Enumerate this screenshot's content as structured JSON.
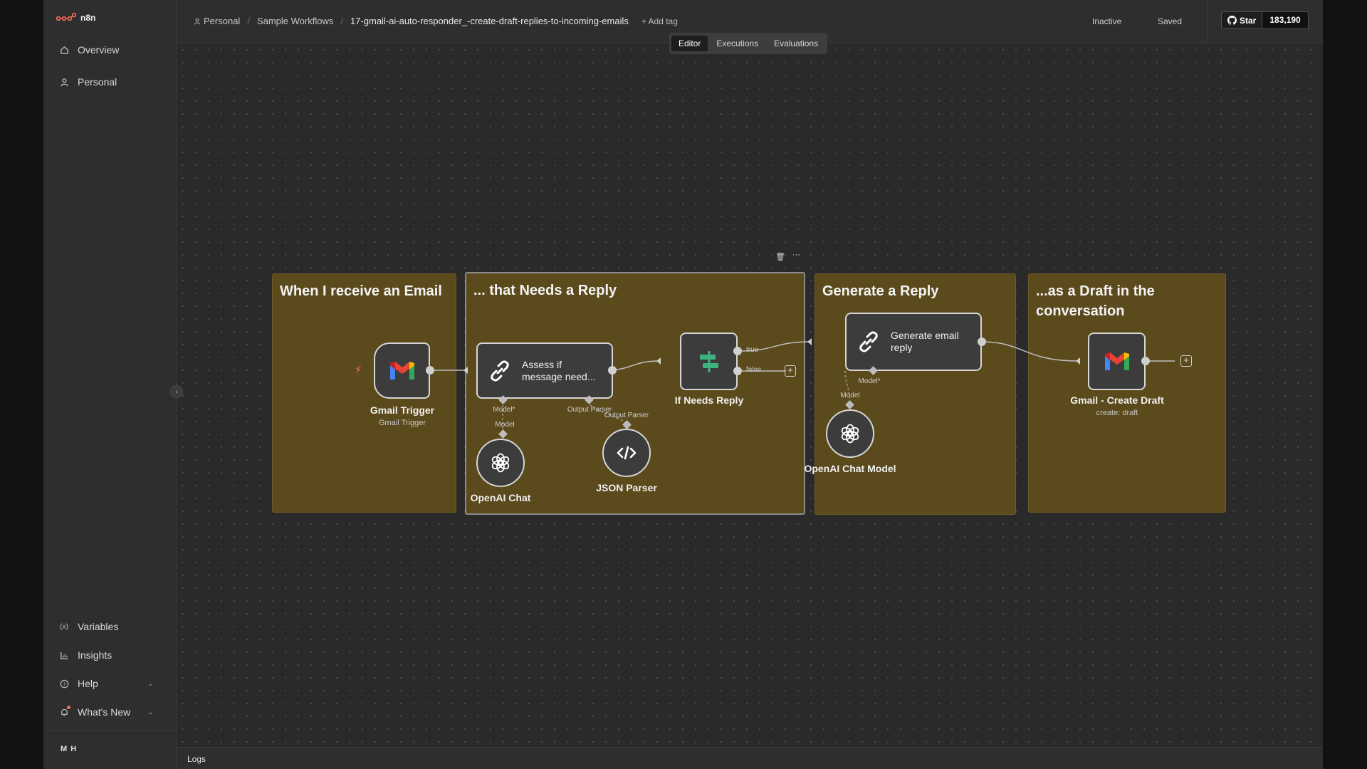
{
  "app": {
    "logo": "n8n"
  },
  "sidebar": {
    "items": [
      {
        "label": "Overview",
        "icon": "home-icon"
      },
      {
        "label": "Personal",
        "icon": "user-icon"
      }
    ],
    "bottom": [
      {
        "label": "Variables",
        "icon": "variables-icon"
      },
      {
        "label": "Insights",
        "icon": "chart-icon"
      },
      {
        "label": "Help",
        "icon": "help-icon"
      },
      {
        "label": "What's New",
        "icon": "bell-icon"
      }
    ],
    "user_initials": "M H"
  },
  "header": {
    "crumb_project": "Personal",
    "crumb_folder": "Sample Workflows",
    "workflow_name": "17-gmail-ai-auto-responder_-create-draft-replies-to-incoming-emails",
    "add_tag": "+ Add tag",
    "active_state": "Inactive",
    "save_state": "Saved",
    "github_star": "Star",
    "github_count": "183,190"
  },
  "tabs": [
    "Editor",
    "Executions",
    "Evaluations"
  ],
  "stickies": [
    {
      "title": "When I receive an Email"
    },
    {
      "title": "... that Needs a Reply"
    },
    {
      "title": "Generate a Reply"
    },
    {
      "title": "...as a Draft in the conversation"
    }
  ],
  "nodes": {
    "gmail_trigger": {
      "label": "Gmail Trigger",
      "sub": "Gmail Trigger"
    },
    "assess": {
      "text": "Assess if message need..."
    },
    "if_needs_reply": {
      "label": "If Needs Reply",
      "true_label": "true",
      "false_label": "false"
    },
    "generate": {
      "text": "Generate email reply"
    },
    "gmail_draft": {
      "label": "Gmail - Create Draft",
      "sub": "create: draft"
    },
    "openai_chat": {
      "label": "OpenAI Chat"
    },
    "json_parser": {
      "label": "JSON Parser"
    },
    "openai_chat_model": {
      "label": "OpenAI Chat Model"
    }
  },
  "ports": {
    "model_req": "Model*",
    "output_parser": "Output Parser",
    "model": "Model"
  },
  "logs": {
    "label": "Logs"
  },
  "colors": {
    "accent": "#ff6d5a",
    "sticky": "#5b4a1c",
    "if_node": "#3fb37f"
  }
}
